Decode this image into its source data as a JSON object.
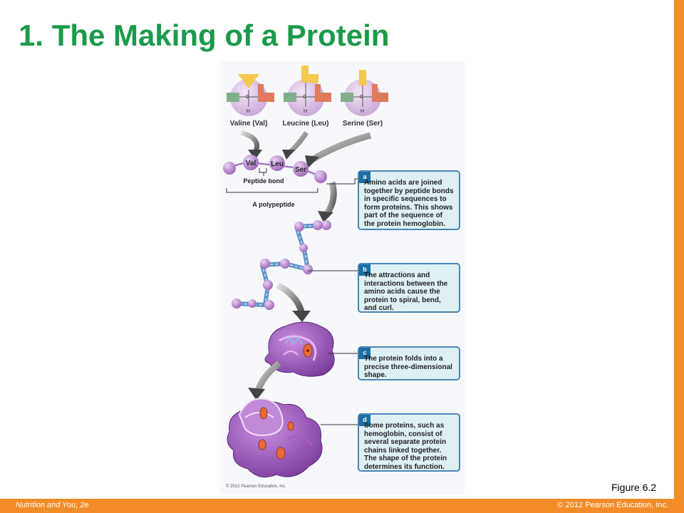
{
  "slide": {
    "title": "1. The Making of a Protein",
    "figure_label": "Figure 6.2",
    "footer_left": "Nutrition and You, 2e",
    "footer_right": "© 2012 Pearson Education, Inc.",
    "copyright": "© 2012 Pearson Education, Inc.",
    "accent_color": "#f28c28",
    "title_color": "#1a9a4a"
  },
  "amino_acids": [
    {
      "name": "Valine (Val)",
      "side_chain": "triangle"
    },
    {
      "name": "Leucine (Leu)",
      "side_chain": "l-shape"
    },
    {
      "name": "Serine (Ser)",
      "side_chain": "short-l"
    }
  ],
  "structure_letters": {
    "carbon": "C",
    "hydrogen": "H"
  },
  "beads": [
    "Val",
    "Leu",
    "Ser"
  ],
  "labels": {
    "peptide_bond": "Peptide bond",
    "polypeptide": "A polypeptide"
  },
  "callouts": [
    {
      "tag": "a",
      "text": "Amino acids are joined together by peptide bonds in specific sequences to form proteins. This shows part of the sequence of the protein hemoglobin."
    },
    {
      "tag": "b",
      "text": "The attractions and interactions between the amino acids cause the protein to spiral, bend, and curl."
    },
    {
      "tag": "c",
      "text": "The protein folds into a precise three-dimensional shape."
    },
    {
      "tag": "d",
      "text": "Some proteins, such as hemoglobin, consist of several separate protein chains linked together. The shape of the protein determines its function."
    }
  ]
}
